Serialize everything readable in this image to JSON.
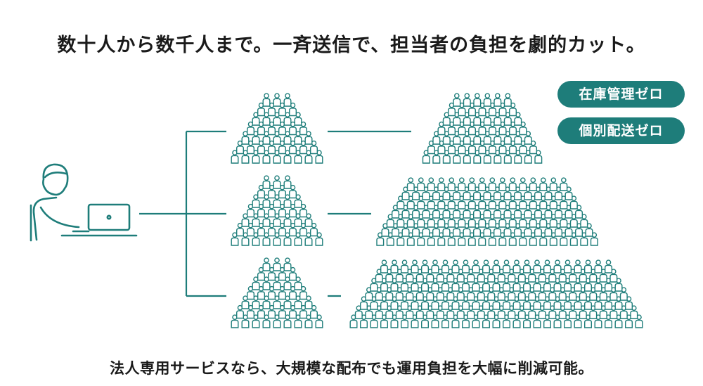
{
  "headline": "数十人から数千人まで。一斉送信で、担当者の負担を劇的カット。",
  "badges": [
    "在庫管理ゼロ",
    "個別配送ゼロ"
  ],
  "footer": "法人専用サービスなら、大規模な配布でも運用負担を大幅に削減可能。",
  "colors": {
    "accent": "#1e7d7a",
    "text": "#1a1a1a",
    "background": "#ffffff"
  },
  "icons": {
    "sender": "person-with-laptop-icon",
    "recipient": "person-icon"
  }
}
